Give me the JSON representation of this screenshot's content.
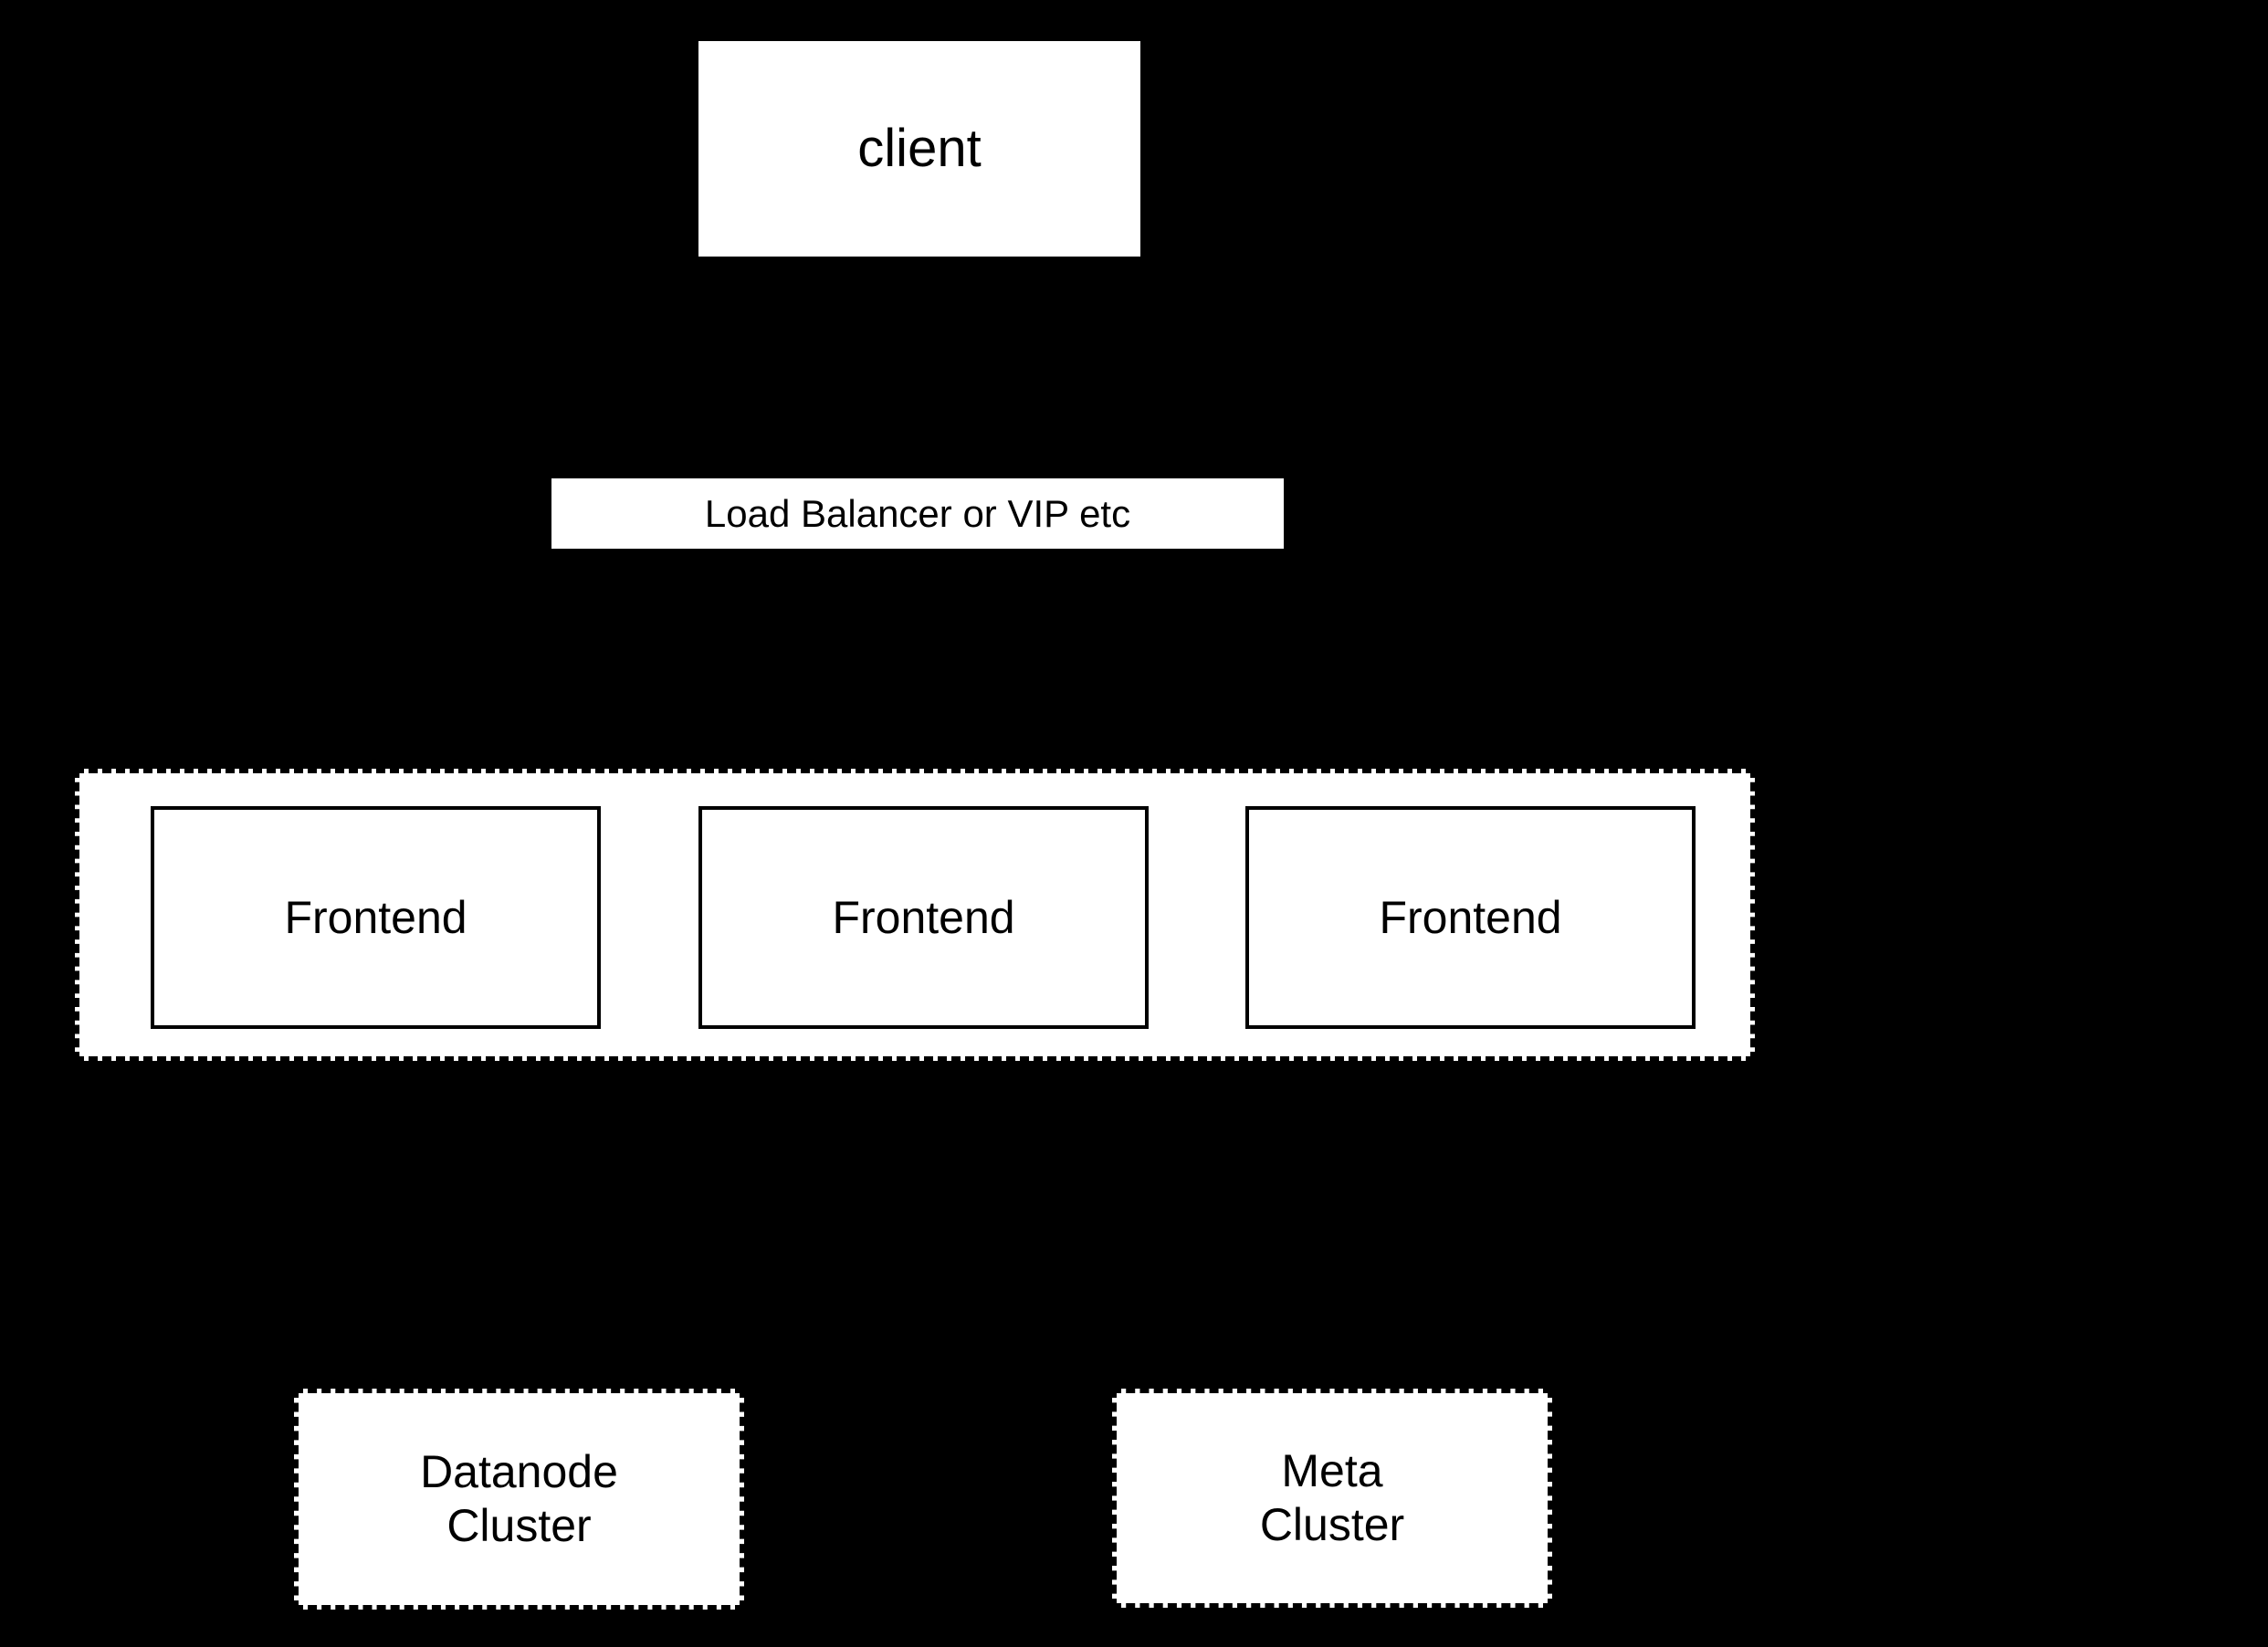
{
  "diagram": {
    "background_color": "#000000",
    "node_fill_color": "#ffffff",
    "stroke_color": "#000000",
    "client": {
      "label": "client"
    },
    "load_balancer": {
      "label": "Load Balancer or VIP etc"
    },
    "frontend_group": {
      "nodes": [
        {
          "label": "Frontend"
        },
        {
          "label": "Frontend"
        },
        {
          "label": "Frontend"
        }
      ]
    },
    "datanode_cluster": {
      "line1": "Datanode",
      "line2": "Cluster"
    },
    "meta_cluster": {
      "line1": "Meta",
      "line2": "Cluster"
    }
  }
}
